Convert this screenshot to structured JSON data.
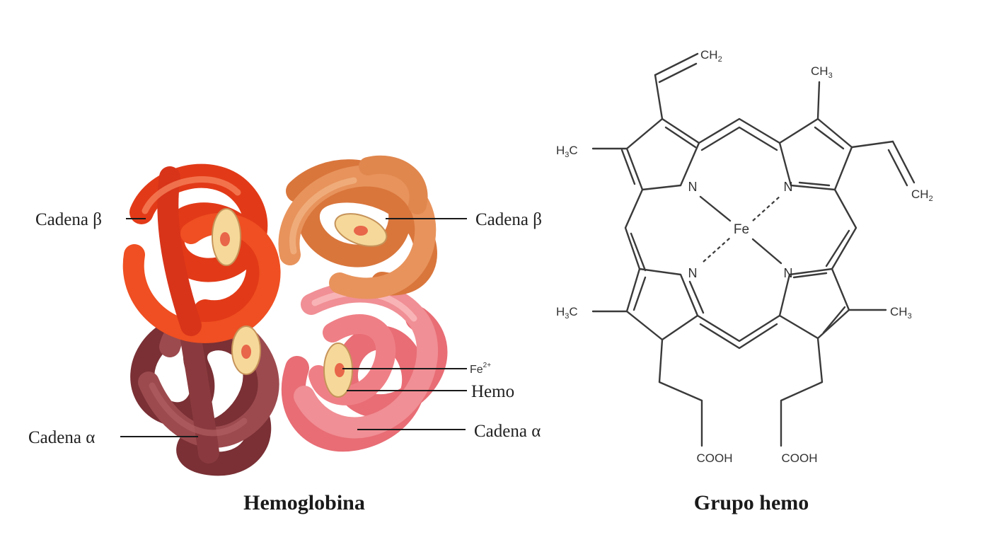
{
  "hemoglobin": {
    "caption": "Hemoglobina",
    "labels": {
      "beta_left": "Cadena β",
      "beta_right": "Cadena β",
      "alpha_left": "Cadena α",
      "alpha_right": "Cadena α",
      "iron": "Fe",
      "iron_charge": "2+",
      "heme": "Hemo"
    },
    "colors": {
      "beta_left": "#e8401f",
      "beta_right": "#e0874e",
      "alpha_left": "#8a3a3e",
      "alpha_right": "#ef7f86",
      "heme_disc": "#f6d99a",
      "heme_center": "#e8664a"
    }
  },
  "heme_group": {
    "caption": "Grupo hemo",
    "atoms": {
      "iron": "Fe",
      "n_top_left": "N",
      "n_top_right": "N",
      "n_bottom_left": "N",
      "n_bottom_right": "N"
    },
    "substituents": {
      "vinyl_top": "CH",
      "vinyl_top_sub": "2",
      "methyl_top": "CH",
      "methyl_top_sub": "3",
      "methyl_left_top": "H",
      "methyl_left_top_sub": "3",
      "methyl_left_top_c": "C",
      "vinyl_right": "CH",
      "vinyl_right_sub": "2",
      "methyl_left_bottom": "H",
      "methyl_left_bottom_sub": "3",
      "methyl_left_bottom_c": "C",
      "methyl_right_bottom": "CH",
      "methyl_right_bottom_sub": "3",
      "acid_left": "COOH",
      "acid_right": "COOH"
    }
  }
}
